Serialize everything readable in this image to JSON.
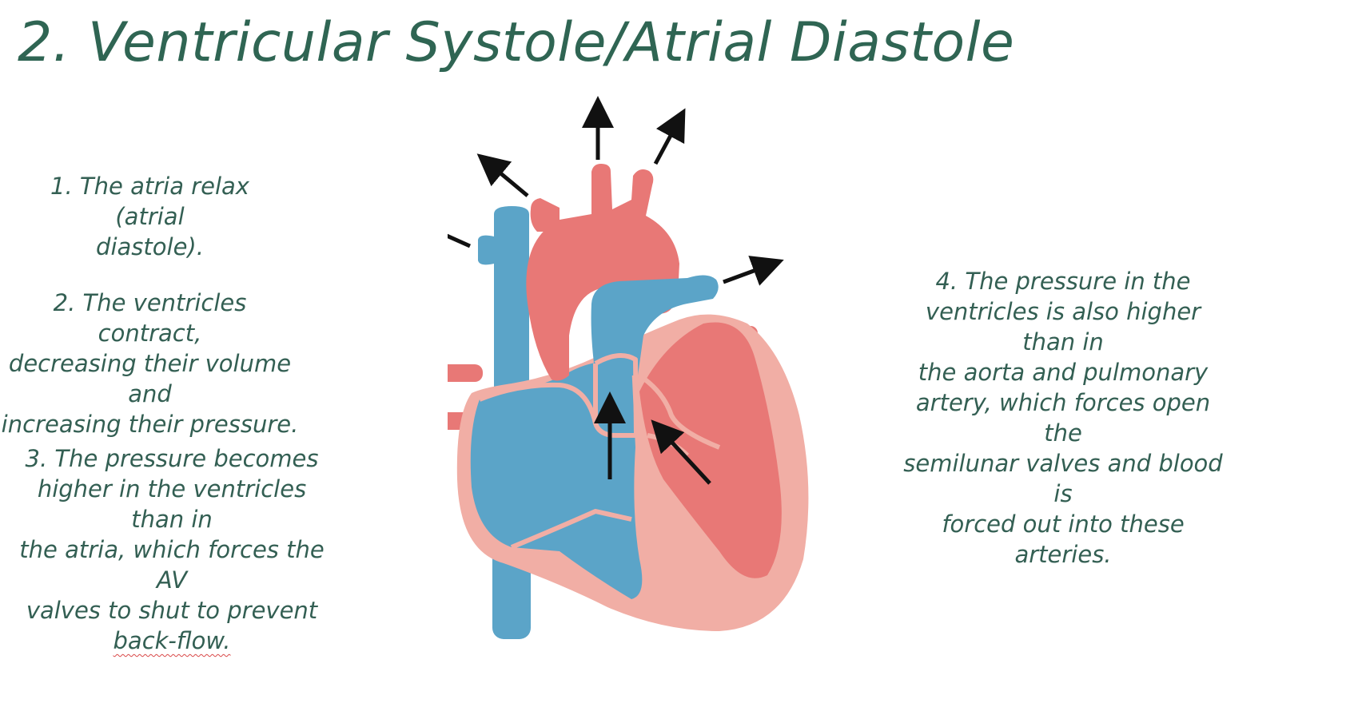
{
  "slide": {
    "title": "2. Ventricular Systole/Atrial Diastole"
  },
  "notes": [
    {
      "lines": [
        "1. The atria relax (atrial",
        "diastole)."
      ]
    },
    {
      "lines": [
        "2. The ventricles contract,",
        "decreasing their volume and",
        "increasing their pressure."
      ]
    },
    {
      "lines": [
        "3. The pressure becomes",
        "higher in the ventricles than in",
        "the atria, which forces the AV",
        "valves to shut to prevent",
        "back-flow."
      ]
    },
    {
      "lines": [
        "4. The pressure in the",
        "ventricles is also higher than in",
        "the aorta and pulmonary",
        "artery, which forces open the",
        "semilunar valves and blood is",
        "forced out into these arteries."
      ]
    }
  ],
  "colors": {
    "title": "#2f6553",
    "text": "#335f53",
    "deoxygenated": "#5ba4c8",
    "oxygenated": "#e87876",
    "wall": "#f1aea5",
    "arrow": "#111111"
  }
}
